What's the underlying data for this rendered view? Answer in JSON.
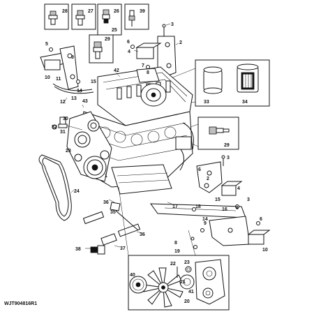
{
  "figure_code": "WJT904816R1",
  "callouts": [
    "28",
    "27",
    "26",
    "39",
    "3",
    "25",
    "29",
    "5",
    "4",
    "2",
    "6",
    "7",
    "8",
    "42",
    "9",
    "10",
    "11",
    "14",
    "15",
    "33",
    "34",
    "12",
    "13",
    "43",
    "32",
    "31",
    "30",
    "23",
    "1",
    "24",
    "29",
    "3",
    "4",
    "36",
    "35",
    "17",
    "18",
    "6",
    "2",
    "15",
    "5",
    "3",
    "14",
    "16",
    "9",
    "6",
    "36",
    "38",
    "37",
    "19",
    "10",
    "8",
    "22",
    "23",
    "21",
    "40",
    "41",
    "20"
  ]
}
